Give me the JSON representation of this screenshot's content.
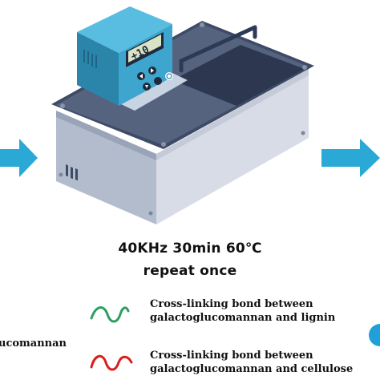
{
  "device": {
    "display_text": "+10",
    "icons": [
      "water-bath-device",
      "power-button-icon",
      "control-button-icon"
    ]
  },
  "conditions": {
    "line1": "40KHz  30min  60℃",
    "line2": "repeat once"
  },
  "legend": [
    {
      "line1": "Cross-linking bond between",
      "line2": "galactoglucomannan and lignin",
      "color": "#2e9e62"
    },
    {
      "line1": "Cross-linking bond between",
      "line2": "galactoglucomannan and cellulose",
      "color": "#d8201c"
    }
  ],
  "side_label": "ucomannan",
  "colors": {
    "arrow": "#2aa8d6",
    "panel_teal": "#2f8fb4",
    "body_gray": "#a7b0c4",
    "top_dark": "#3e4b66"
  }
}
